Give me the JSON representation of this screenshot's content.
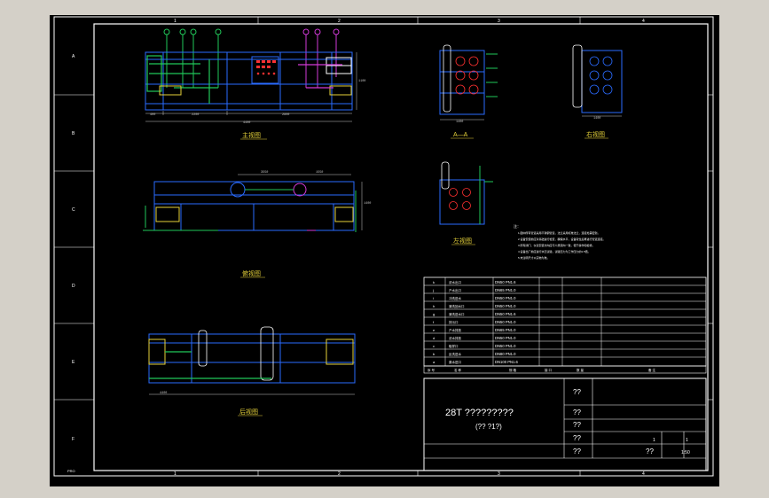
{
  "colors": {
    "background": "#000000",
    "outer_frame": "#d4d0c8",
    "border": "#ffffff",
    "equipment": "#2a6bff",
    "pipe_green": "#21c85a",
    "pipe_magenta": "#d23ad8",
    "dimension": "#c8c8c8",
    "red": "#ff3030",
    "yellow": "#e6d23a"
  },
  "border": {
    "top_zones": [
      "1",
      "2",
      "3",
      "4"
    ],
    "row_zones": [
      "A",
      "B",
      "C",
      "D",
      "E",
      "F"
    ]
  },
  "views": {
    "front_view_title": "主视图",
    "top_view_title": "俯视图",
    "rear_view_title": "后视图",
    "section_title": "A—A",
    "left_view_title": "左视图",
    "right_view_title": "右视图"
  },
  "dimensions": {
    "front_total": "4400",
    "front_seg1": "400",
    "front_seg2": "2200",
    "front_seg3": "2800",
    "front_height": "1100",
    "top_d1": "3550",
    "top_d2": "1550",
    "top_width": "1400",
    "section_width": "1400",
    "right_width": "1400",
    "rear_total": "4400"
  },
  "notes": {
    "heading": "注：",
    "lines": [
      "1.图中所有管道采用不锈钢管道，法兰采用标准法兰，连接处需密封。",
      "2.设备安装前应对基础进行检查，确保水平，设备就位后再进行管道连接。",
      "3.所有阀门、仪表安装方向应与介质流向一致，便于操作和检修。",
      "4.设备出厂前应进行水压试验，试验压力为工作压力的1.5倍。",
      "5.未注明尺寸以实物为准。"
    ]
  },
  "nozzle_table": {
    "rows": [
      {
        "code": "k",
        "name": "浓水出口",
        "spec": "DN50 PN1.6"
      },
      {
        "code": "j",
        "name": "产水出口",
        "spec": "DN65 PN1.0"
      },
      {
        "code": "i",
        "name": "冲洗进水",
        "spec": "DN50 PN1.0"
      },
      {
        "code": "h",
        "name": "清洗回水口",
        "spec": "DN50 PN1.0"
      },
      {
        "code": "g",
        "name": "清洗进水口",
        "spec": "DN50 PN1.6"
      },
      {
        "code": "f",
        "name": "排污口",
        "spec": "DN50 PN1.0"
      },
      {
        "code": "e",
        "name": "产水排放",
        "spec": "DN65 PN1.0"
      },
      {
        "code": "d",
        "name": "浓水排放",
        "spec": "DN50 PN1.0"
      },
      {
        "code": "c",
        "name": "取样口",
        "spec": "DN50 PN1.0"
      },
      {
        "code": "b",
        "name": "反洗进水",
        "spec": "DN80 PN1.0"
      },
      {
        "code": "a",
        "name": "原水进口",
        "spec": "DN100 PN1.6"
      }
    ],
    "header": {
      "code": "序 号",
      "name": "名 称",
      "spec": "规 格",
      "col4": "接 口",
      "col5": "数 量",
      "col6": "备 注"
    }
  },
  "title_block": {
    "product": "28T ?????????",
    "subtitle": "(?? ?1?)",
    "cell1": "??",
    "cell2": "??",
    "cell3": "??",
    "cell4": "??",
    "cell5": "??",
    "cell6": "??",
    "sheet_a": "1",
    "sheet_b": "1",
    "scale": "1:50"
  },
  "stamp": "PRO"
}
